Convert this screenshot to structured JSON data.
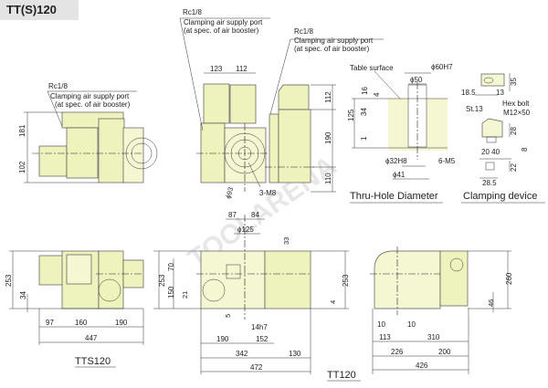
{
  "title": "TT(S)120",
  "watermark": "TOOLARENA",
  "top_left_view": {
    "port_code": "Rc1/8",
    "port_desc": "Clamping air supply port",
    "port_note": "(at spec. of air booster)",
    "dim_181": "181",
    "dim_102": "102"
  },
  "top_mid_view": {
    "port_code": "Rc1/8",
    "port_desc": "Clamping air supply port",
    "port_note": "(at spec. of air booster)",
    "dim_123": "123",
    "dim_112": "112",
    "dim_phi93": "ϕ93",
    "dim_3m8": "3-M8"
  },
  "top_right_view": {
    "port_code": "Rc1/8",
    "port_desc": "Clamping air supply port",
    "port_note": "(at spec. of air booster)",
    "dim_112": "112",
    "dim_190": "190",
    "dim_110": "110"
  },
  "thru_hole": {
    "title": "Thru-Hole Diameter",
    "table_surface": "Table surface",
    "phi60h7": "ϕ60H7",
    "phi50": "ϕ50",
    "d16": "16",
    "d4": "4",
    "d34": "34",
    "d125": "125",
    "d1": "1",
    "phi32h8": "ϕ32H8",
    "m5": "6-M5",
    "phi41": "ϕ41"
  },
  "clamping": {
    "title": "Clamping device",
    "d35": "35",
    "d18_5": "18.5",
    "d13": "13",
    "st13": "St.13",
    "hex_bolt": "Hex bolt",
    "m12": "M12×50",
    "d28": "28",
    "d8": "8",
    "d20_40": "20 40",
    "d22": "22",
    "d28_5": "28.5"
  },
  "tts120": {
    "title": "TTS120",
    "d253": "253",
    "d34": "34",
    "d97": "97",
    "d160": "160",
    "d190": "190",
    "d447": "447"
  },
  "tt120_front": {
    "d253": "253",
    "d70": "70",
    "d150": "150",
    "d21": "21",
    "d5": "5",
    "d87": "87",
    "d84": "84",
    "phi125": "ϕ125",
    "d33": "33",
    "d14h7": "14h7",
    "d190": "190",
    "d152": "152",
    "d342": "342",
    "d472": "472",
    "d130": "130",
    "d4": "4",
    "d253r": "253"
  },
  "tt120_side": {
    "title": "TT120",
    "d260": "260",
    "d46": "46",
    "d10a": "10",
    "d10b": "10",
    "d113": "113",
    "d310": "310",
    "d226": "226",
    "d200": "200",
    "d426": "426"
  }
}
